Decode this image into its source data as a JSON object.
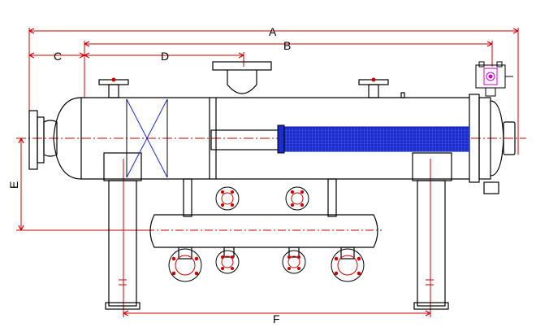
{
  "dimensions": {
    "A": "A",
    "B": "B",
    "C": "C",
    "D": "D",
    "E": "E",
    "F": "F"
  },
  "colors": {
    "outline": "#000000",
    "dimension": "#cc0000",
    "mesh": "#1a2ccc",
    "valve": "#cc00cc",
    "centerline": "#cc0000"
  },
  "icons": {
    "mesh_pad": "x-brace-demister",
    "filter": "mesh-filter-element",
    "valve": "pressure-relief-valve"
  }
}
